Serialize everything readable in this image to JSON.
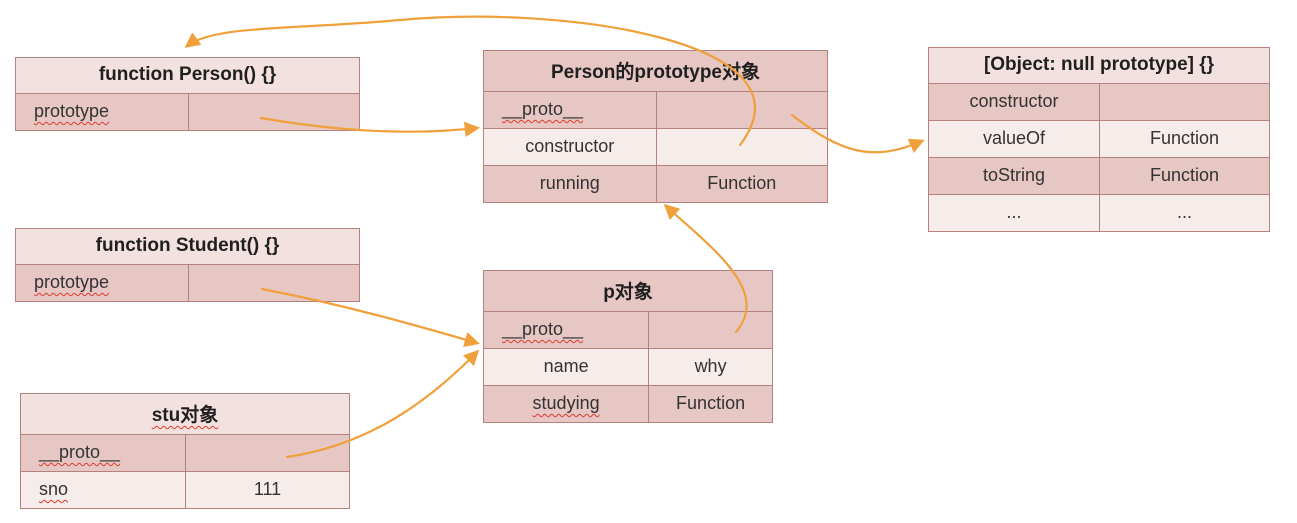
{
  "colors": {
    "arrow": "#f0a03a",
    "border": "#b4827d",
    "hdr-light": "#f3e1df",
    "row-dark": "#e6c7c4",
    "row-light": "#f6ecea"
  },
  "diagram": {
    "tables": [
      {
        "id": "function-person",
        "title": "function Person() {}",
        "rows": [
          {
            "key": "prototype",
            "value": ""
          }
        ]
      },
      {
        "id": "person-prototype",
        "title": "Person的prototype对象",
        "rows": [
          {
            "key": "__proto__",
            "value": ""
          },
          {
            "key": "constructor",
            "value": ""
          },
          {
            "key": "running",
            "value": "Function"
          }
        ]
      },
      {
        "id": "object-null-prototype",
        "title": "[Object: null prototype] {}",
        "rows": [
          {
            "key": "constructor",
            "value": ""
          },
          {
            "key": "valueOf",
            "value": "Function"
          },
          {
            "key": "toString",
            "value": "Function"
          },
          {
            "key": "...",
            "value": "..."
          }
        ]
      },
      {
        "id": "function-student",
        "title": "function Student() {}",
        "rows": [
          {
            "key": "prototype",
            "value": ""
          }
        ]
      },
      {
        "id": "p-object",
        "title": "p对象",
        "rows": [
          {
            "key": "__proto__",
            "value": ""
          },
          {
            "key": "name",
            "value": "why"
          },
          {
            "key": "studying",
            "value": "Function"
          }
        ]
      },
      {
        "id": "stu-object",
        "title": "stu对象",
        "rows": [
          {
            "key": "__proto__",
            "value": ""
          },
          {
            "key": "sno",
            "value": "111"
          }
        ]
      }
    ]
  }
}
